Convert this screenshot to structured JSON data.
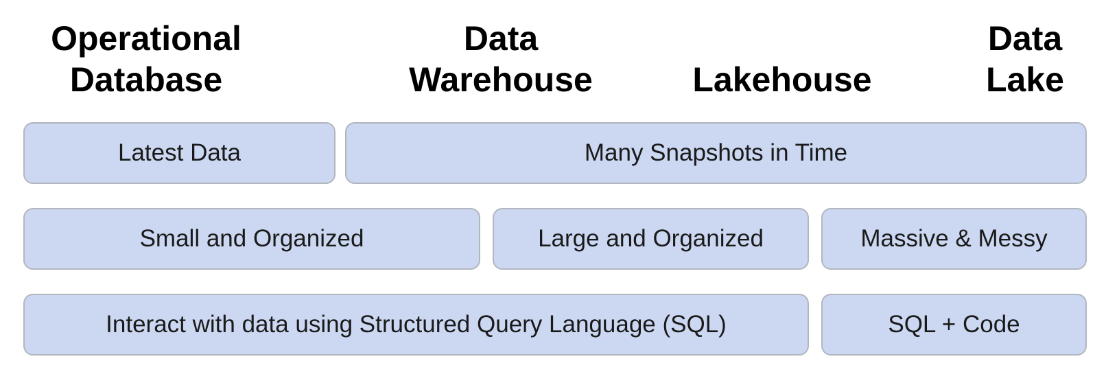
{
  "headers": {
    "operational": [
      "Operational",
      "Database"
    ],
    "warehouse": [
      "Data",
      "Warehouse"
    ],
    "lakehouse": [
      "Lakehouse"
    ],
    "datalake": [
      "Data",
      "Lake"
    ]
  },
  "rows": {
    "time": {
      "latest": "Latest Data",
      "snapshots": "Many Snapshots in Time"
    },
    "size": {
      "small": "Small and Organized",
      "large": "Large and Organized",
      "massive": "Massive & Messy"
    },
    "interaction": {
      "sql": "Interact with data using Structured Query Language (SQL)",
      "sql_code": "SQL + Code"
    }
  },
  "colors": {
    "box_fill": "#ccd8f2",
    "box_border": "#b2b6bf",
    "header_text": "#000000",
    "box_text": "#1a1a1a"
  }
}
